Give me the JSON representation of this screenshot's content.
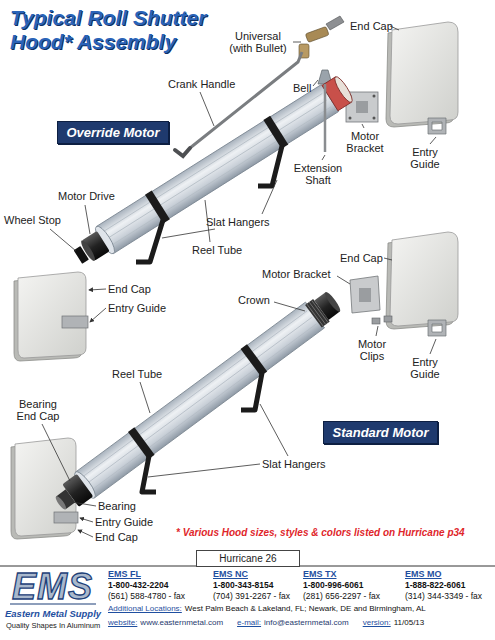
{
  "diagram": {
    "title": "Typical Roll Shutter Hood* Assembly",
    "nodes": [
      {
        "text": [
          "Override Motor"
        ]
      },
      {
        "text": [
          "Standard Motor"
        ]
      },
      {
        "text": [
          "Hurricane 26"
        ]
      }
    ],
    "labels": [
      "Universal (with Bullet)",
      "End Cap",
      "Crank Handle",
      "Bell",
      "Motor Bracket",
      "Extension Shaft",
      "Entry Guide",
      "Motor Drive",
      "Reel Tube",
      "Wheel Stop",
      "Slat Hangers",
      "End Cap",
      "Entry Guide",
      "End Cap",
      "Motor Bracket",
      "Crown",
      "Motor Clips",
      "Entry Guide",
      "Reel Tube",
      "Bearing End Cap",
      "Slat Hangers",
      "Bearing",
      "Entry Guide",
      "End Cap",
      "* Various Hood sizes, styles & colors listed on Hurricane p34",
      "EMS",
      "Eastern Metal Supply",
      "Quality Shapes In Aluminum",
      "EMS FL",
      "1-800-432-2204",
      "(561) 588-4780 - fax",
      "EMS NC",
      "1-800-343-8154",
      "(704) 391-2267 - fax",
      "EMS TX",
      "1-800-996-6061",
      "(281) 656-2297 - fax",
      "EMS MO",
      "1-888-822-6061",
      "(314) 344-3349 - fax",
      "Additional Locations:",
      "West Palm Beach & Lakeland, FL; Newark, DE and Birmingham, AL",
      "website:",
      "www.easternmetal.com",
      "e-mail:",
      "info@easternmetal.com",
      "version:",
      "11/05/13"
    ]
  }
}
